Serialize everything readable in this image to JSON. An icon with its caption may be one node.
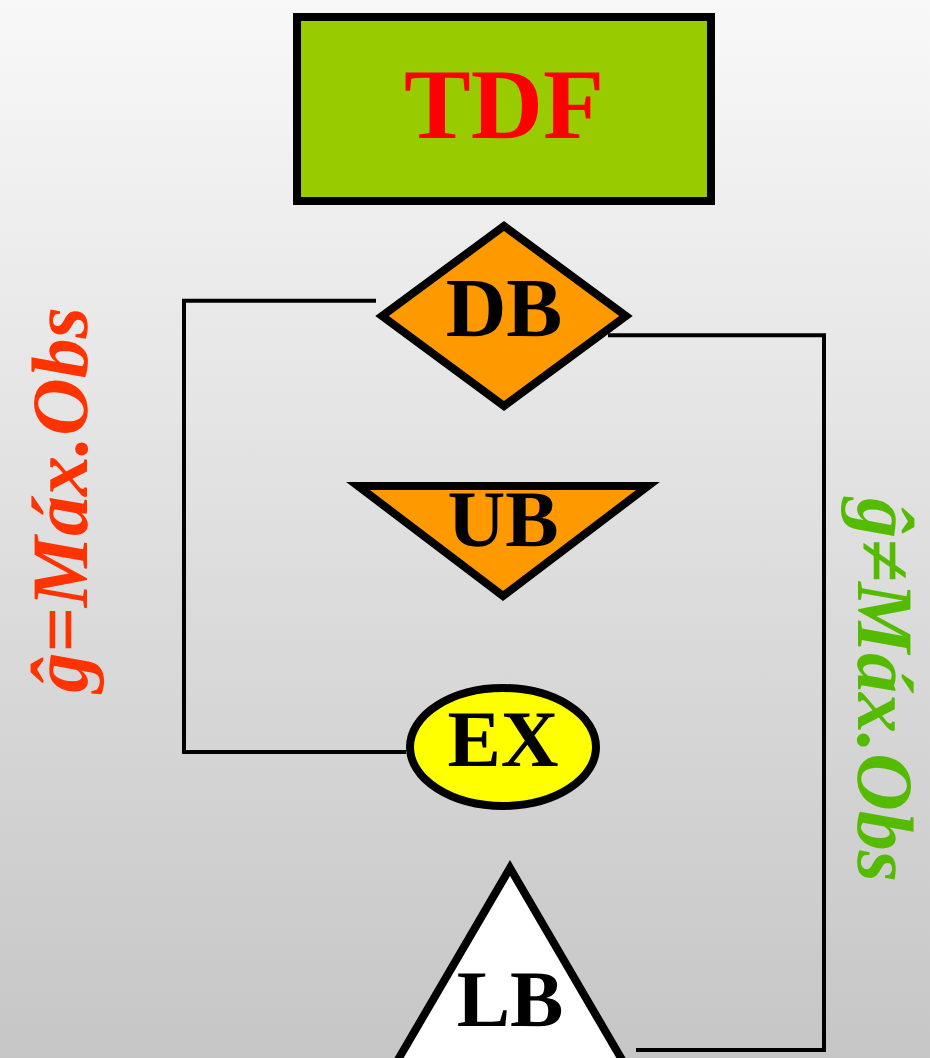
{
  "diagram": {
    "nodes": [
      {
        "text": [
          "TDF"
        ]
      },
      {
        "text": [
          "DB"
        ]
      },
      {
        "text": [
          "UB"
        ]
      },
      {
        "text": [
          "EX"
        ]
      },
      {
        "text": [
          "LB"
        ]
      }
    ],
    "edges": [
      {
        "from": 1,
        "to": 3,
        "arrow": "none",
        "label": "ĝ=Máx.Obs"
      },
      {
        "from": 1,
        "to": 4,
        "arrow": "none",
        "label": "ĝ≠Máx.Obs"
      }
    ]
  }
}
